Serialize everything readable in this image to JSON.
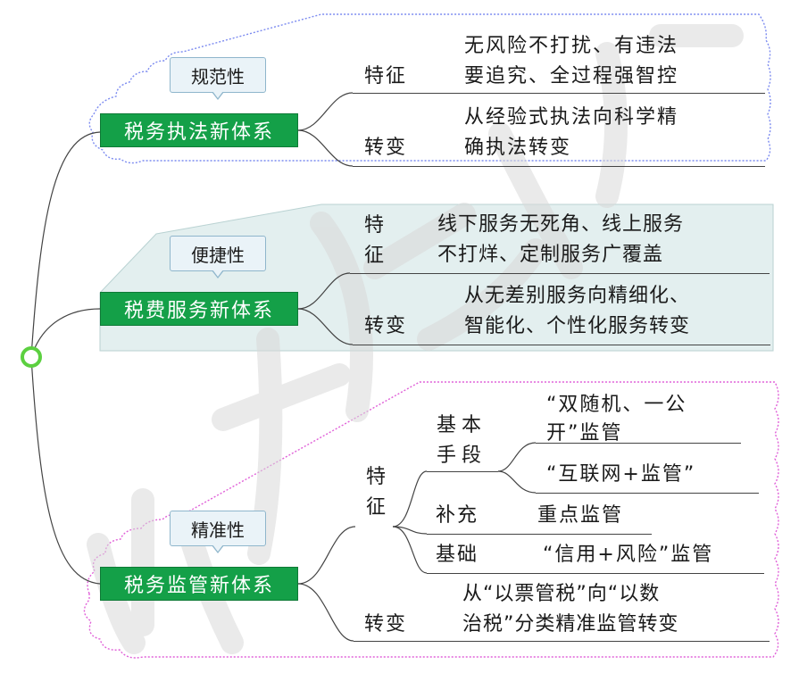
{
  "root": {
    "node": ""
  },
  "branches": [
    {
      "title": "税务执法新体系",
      "tag": "规范性",
      "feature_label": "特征",
      "feature_text": [
        "无风险不打扰、有违法",
        "要追究、全过程强智控"
      ],
      "change_label": "转变",
      "change_text": [
        "从经验式执法向科学精",
        "确执法转变"
      ]
    },
    {
      "title": "税费服务新体系",
      "tag": "便捷性",
      "feature_label": "特征",
      "feature_text": [
        "线下服务无死角、线上服务",
        "不打烊、定制服务广覆盖"
      ],
      "change_label": "转变",
      "change_text": [
        "从无差别服务向精细化、",
        "智能化、个性化服务转变"
      ]
    },
    {
      "title": "税务监管新体系",
      "tag": "精准性",
      "feature_label": "特征",
      "basic_label": "基本手段",
      "basic_items": [
        "“双随机、一公",
        "开”监管",
        "“互联网+监管”"
      ],
      "supplement_label": "补充",
      "supplement_text": "重点监管",
      "foundation_label": "基础",
      "foundation_text": "“信用+风险”监管",
      "change_label": "转变",
      "change_text": [
        "从“以票管税”向“以数",
        "治税”分类精准监管转变"
      ]
    }
  ],
  "colors": {
    "title_fill": "#14a048",
    "tag_fill": "#eaf3f8",
    "cloud_blue": "#7c8bf0",
    "cloud_magenta": "#e060d8",
    "panel_fill": "#e3efef",
    "root_ring": "#5cd040"
  }
}
